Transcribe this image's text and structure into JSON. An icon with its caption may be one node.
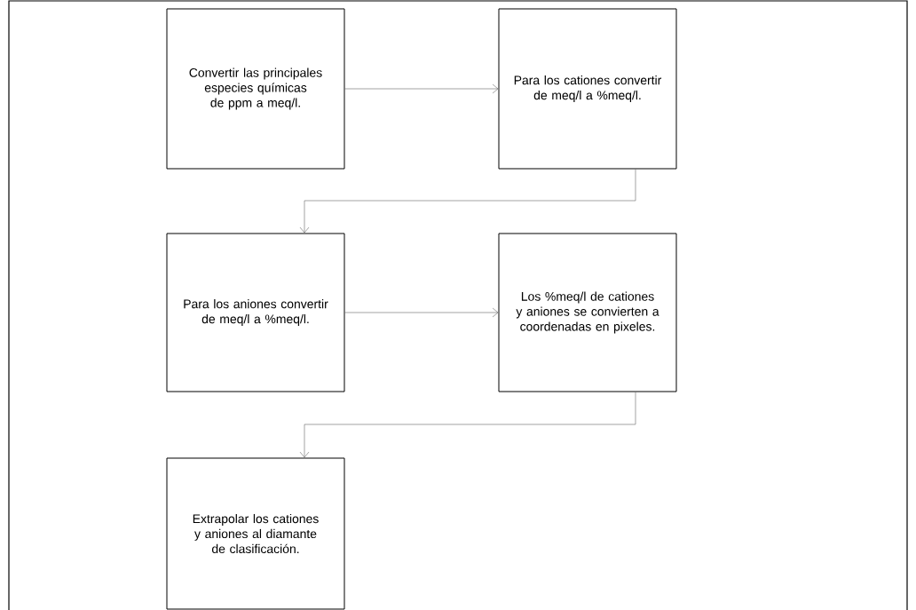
{
  "diagram": {
    "nodes": [
      {
        "text": [
          "Convertir las principales especies químicas de ppm a meq/l."
        ]
      },
      {
        "text": [
          "Para los cationes convertir de meq/l a %meq/l."
        ]
      },
      {
        "text": [
          "Para los aniones convertir de meq/l a %meq/l."
        ]
      },
      {
        "text": [
          "Los %meq/l de cationes y aniones se convierten a coordenadas en pixeles."
        ]
      },
      {
        "text": [
          "Extrapolar los cationes y aniones al diamante de clasificación."
        ]
      }
    ],
    "edges": [
      {
        "from": 0,
        "to": 1,
        "arrow": "to"
      },
      {
        "from": 1,
        "to": 2,
        "arrow": "to"
      },
      {
        "from": 2,
        "to": 3,
        "arrow": "to"
      },
      {
        "from": 3,
        "to": 4,
        "arrow": "to"
      }
    ]
  }
}
